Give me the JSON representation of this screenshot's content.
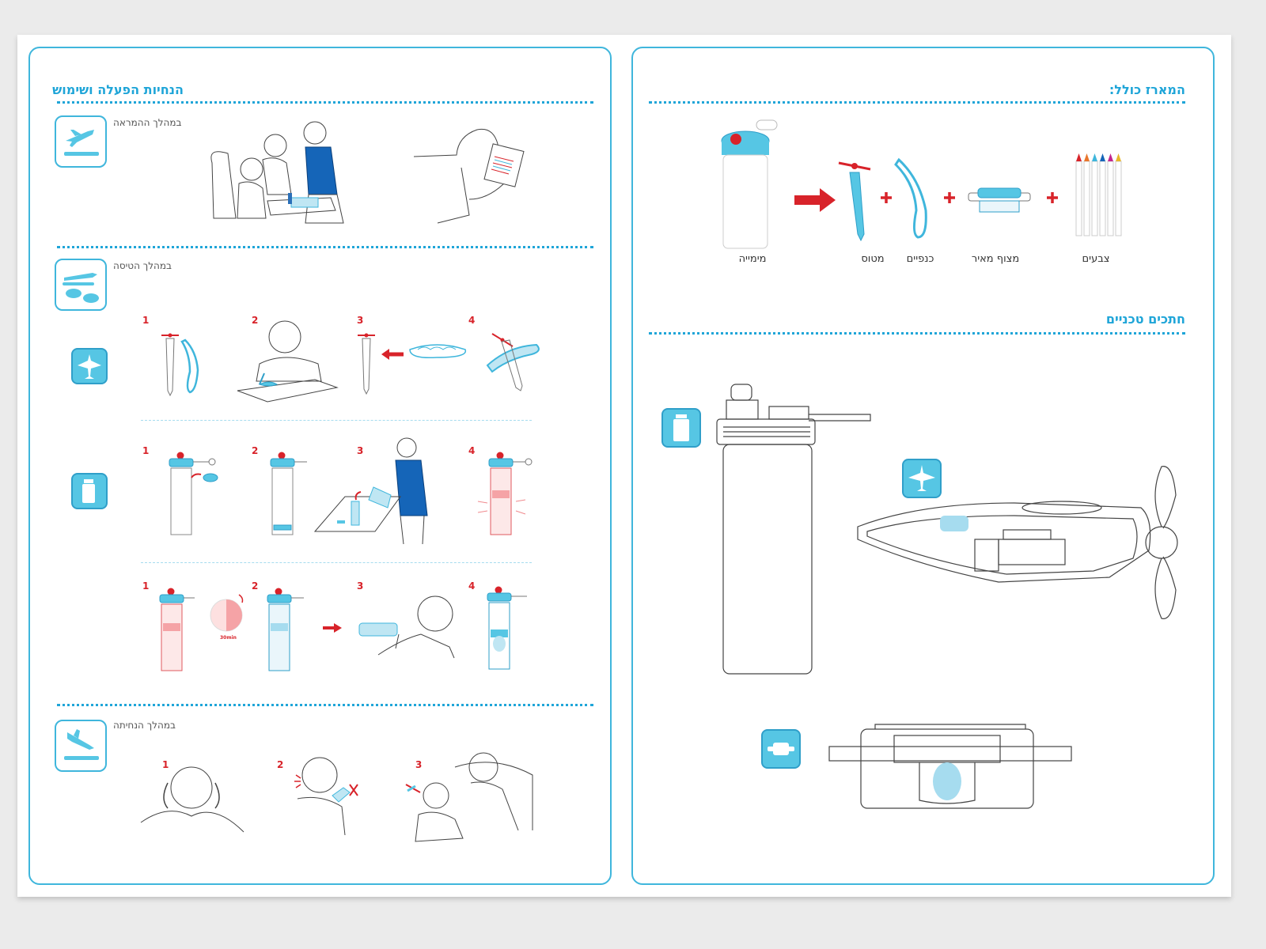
{
  "left": {
    "title": "הנחיות הפעלה ושימוש",
    "sections": {
      "boarding": "במהלך ההמראה",
      "flight": "במהלך הטיסה",
      "landing": "במהלך הנחיתה"
    },
    "steps": {
      "s1": "1",
      "s2": "2",
      "s3": "3",
      "s4": "4"
    },
    "timer_label": "30min"
  },
  "right": {
    "package_title": "המארז כולל:",
    "items": {
      "bottle": "מימייה",
      "plane": "מטוס",
      "wings": "כנפיים",
      "cooler": "מצוף מאיר",
      "crayons": "צבעים"
    },
    "tech_title": "חתכים טכניים"
  },
  "colors": {
    "accent": "#1fa5d8",
    "icon_fill": "#56c6e4",
    "red": "#d8232a",
    "dark_blue": "#1565b8"
  }
}
